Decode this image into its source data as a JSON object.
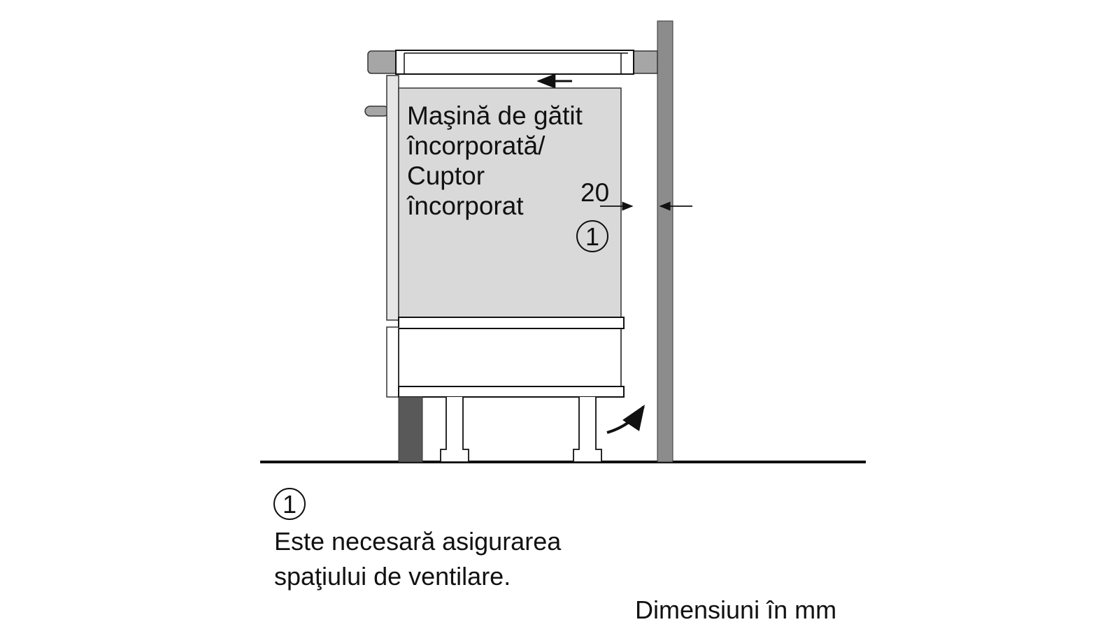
{
  "appliance_label": [
    "Maşină de gătit",
    "încorporată/",
    "Cuptor",
    "încorporat"
  ],
  "dimension_gap": "20",
  "marker": "1",
  "footnote": {
    "marker": "1",
    "lines": [
      "Este necesară asigurarea",
      "spaţiului de ventilare."
    ]
  },
  "units_note": "Dimensiuni în mm",
  "colors": {
    "wall": "#8c8c8c",
    "appliance_fill": "#d9d9d9",
    "worktop": "#a6a6a6",
    "plinth": "#595959",
    "line": "#111111"
  }
}
